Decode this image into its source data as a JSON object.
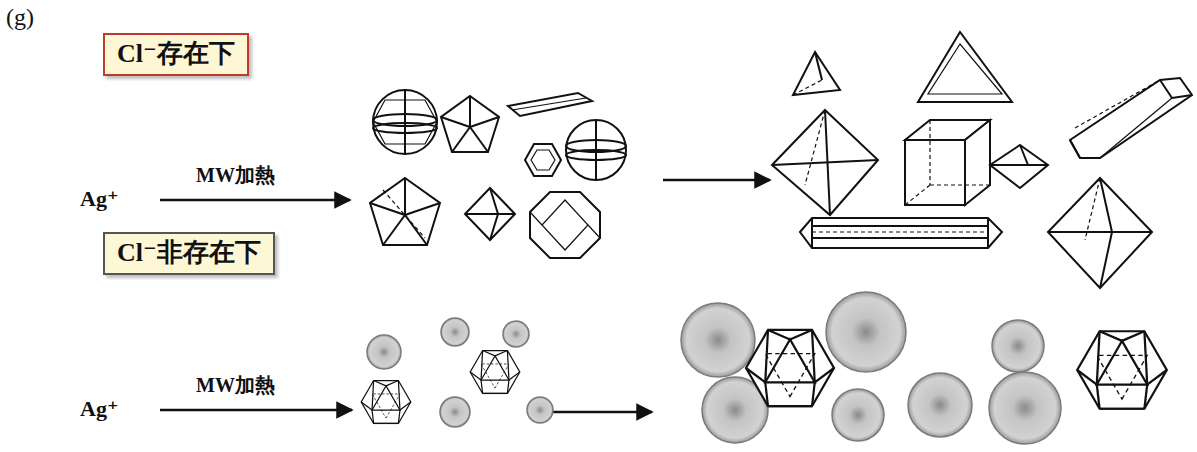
{
  "diagram": {
    "nodes": [
      {
        "text": [
          "Cl⁻存在下"
        ]
      },
      {
        "text": [
          "Cl⁻非存在下"
        ]
      }
    ],
    "labels": [
      "(g)",
      "Ag⁺",
      "MW加熱",
      "Ag⁺",
      "MW加熱"
    ]
  }
}
